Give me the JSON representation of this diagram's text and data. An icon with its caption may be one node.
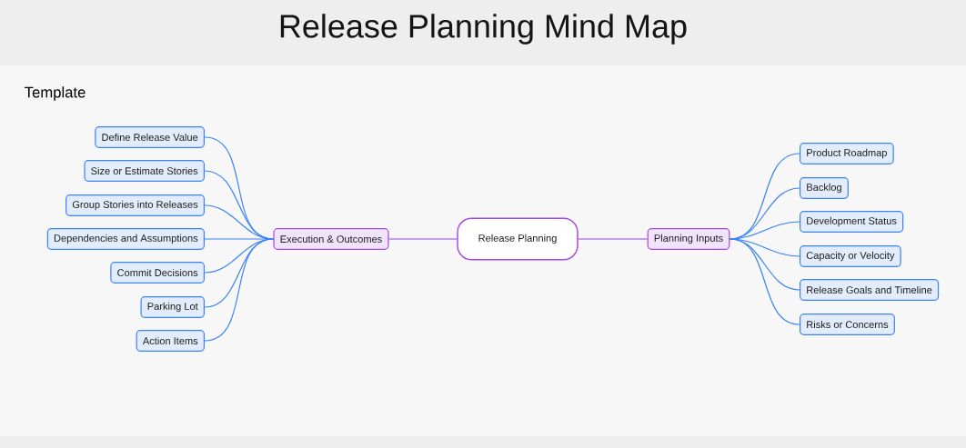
{
  "diagram": {
    "title": "Release Planning Mind Map",
    "nodes": [
      {
        "text": [
          "Release Planning"
        ]
      },
      {
        "text": [
          "Execution & Outcomes"
        ]
      },
      {
        "text": [
          "Define Release Value"
        ]
      },
      {
        "text": [
          "Size or Estimate Stories"
        ]
      },
      {
        "text": [
          "Group Stories into Releases"
        ]
      },
      {
        "text": [
          "Dependencies and Assumptions"
        ]
      },
      {
        "text": [
          "Commit Decisions"
        ]
      },
      {
        "text": [
          "Parking Lot"
        ]
      },
      {
        "text": [
          "Action Items"
        ]
      },
      {
        "text": [
          "Planning Inputs"
        ]
      },
      {
        "text": [
          "Product Roadmap"
        ]
      },
      {
        "text": [
          "Backlog"
        ]
      },
      {
        "text": [
          "Development Status"
        ]
      },
      {
        "text": [
          "Capacity or Velocity"
        ]
      },
      {
        "text": [
          "Release Goals and Timeline"
        ]
      },
      {
        "text": [
          "Risks or Concerns"
        ]
      }
    ],
    "edges": [
      {
        "from": 0,
        "to": 1,
        "arrow": "none",
        "color": "#9b3ee6"
      },
      {
        "from": 1,
        "to": 2,
        "arrow": "none"
      },
      {
        "from": 1,
        "to": 3,
        "arrow": "none"
      },
      {
        "from": 1,
        "to": 4,
        "arrow": "none"
      },
      {
        "from": 1,
        "to": 5,
        "arrow": "none"
      },
      {
        "from": 1,
        "to": 6,
        "arrow": "none"
      },
      {
        "from": 1,
        "to": 7,
        "arrow": "none"
      },
      {
        "from": 1,
        "to": 8,
        "arrow": "none"
      },
      {
        "from": 0,
        "to": 9,
        "arrow": "none",
        "color": "#9b3ee6"
      },
      {
        "from": 9,
        "to": 10,
        "arrow": "none"
      },
      {
        "from": 9,
        "to": 11,
        "arrow": "none"
      },
      {
        "from": 9,
        "to": 12,
        "arrow": "none"
      },
      {
        "from": 9,
        "to": 13,
        "arrow": "none"
      },
      {
        "from": 9,
        "to": 14,
        "arrow": "none"
      },
      {
        "from": 9,
        "to": 15,
        "arrow": "none"
      }
    ],
    "labels": [
      "Template"
    ]
  }
}
